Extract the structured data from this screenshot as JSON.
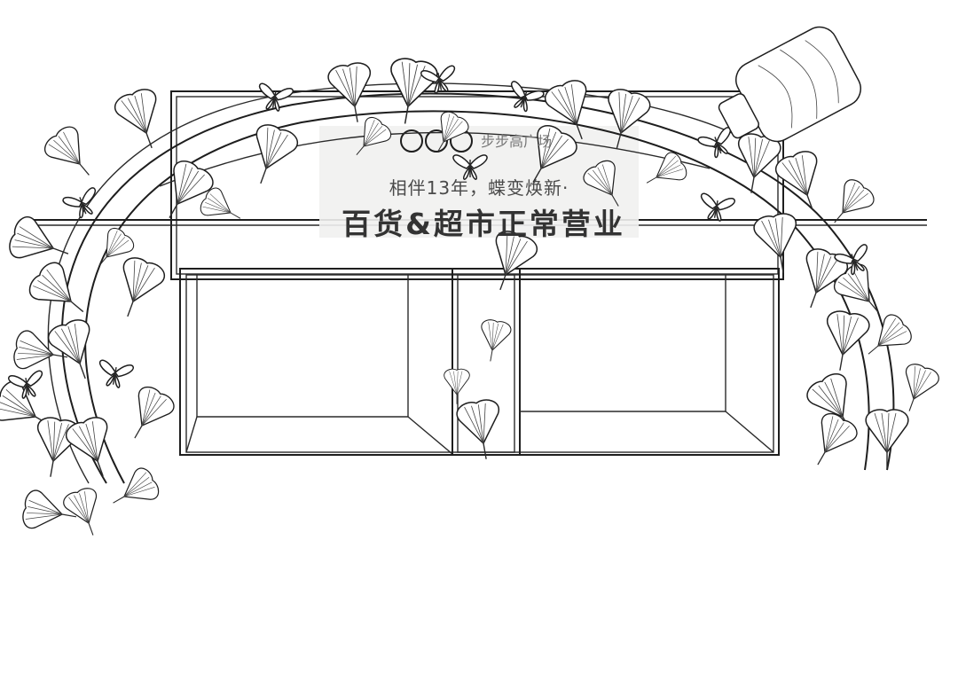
{
  "scene": {
    "subject": "ginkgo-leaf-arch",
    "colors": {
      "line": "#1e1e1e",
      "paper": "#ffffff",
      "sign_panel": "#f1f1ef"
    }
  },
  "sign": {
    "brand_name": "步步高广场",
    "subtitle": "相伴13年，蝶变焕新·",
    "title": "百货&超市正常营业"
  },
  "icons": {
    "logo": "brand-logo-icon",
    "butterfly": "butterfly-icon",
    "bottle": "bottle-icon",
    "leaf": "ginkgo-leaf-icon"
  }
}
